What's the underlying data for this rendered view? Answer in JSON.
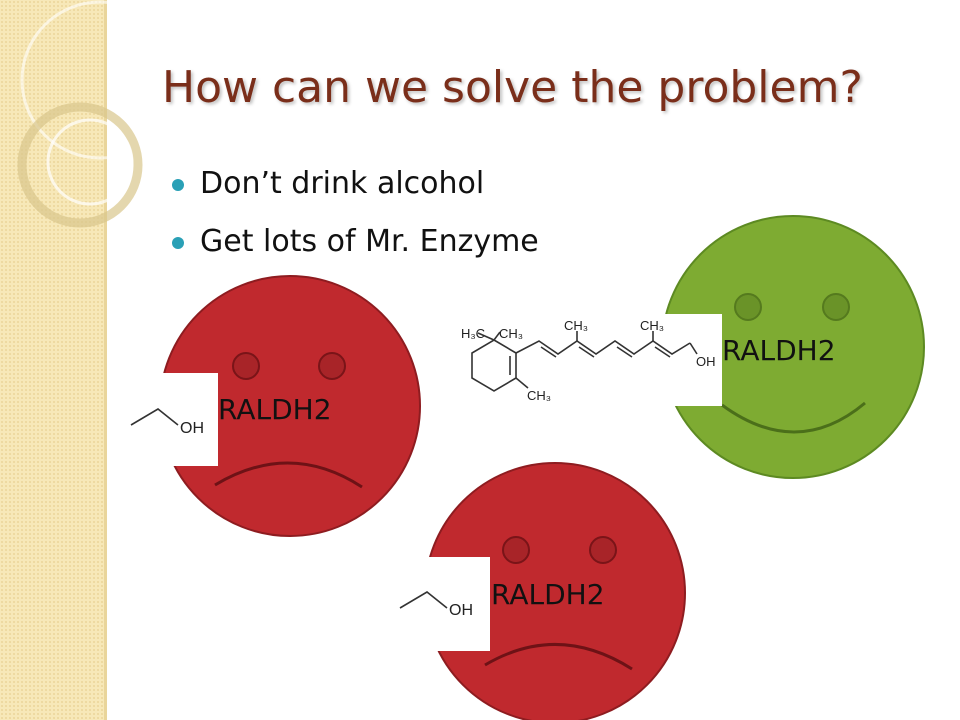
{
  "slide": {
    "title": "How can we solve the problem?",
    "bullets": [
      "Don’t drink alcohol",
      "Get lots of Mr. Enzyme"
    ]
  },
  "faces": [
    {
      "id": "face-left",
      "mood": "sad",
      "color": "#c0292e",
      "label": "RALDH2",
      "substrate": "ethanol",
      "substrate_text": "OH"
    },
    {
      "id": "face-bottom",
      "mood": "sad",
      "color": "#c0292e",
      "label": "RALDH2",
      "substrate": "ethanol",
      "substrate_text": "OH"
    },
    {
      "id": "face-right",
      "mood": "happy",
      "color": "#7eab32",
      "label": "RALDH2",
      "substrate": "retinol",
      "substrate_text": "OH"
    }
  ],
  "retinol_labels": {
    "h3c": "H₃C",
    "ch3_a": "CH₃",
    "ch3_b": "CH₃",
    "ch3_c": "CH₃",
    "ch3_d": "CH₃",
    "oh": "OH"
  },
  "colors": {
    "title": "#7a2e1a",
    "bullet": "#2aa0b6",
    "sad_face": "#c0292e",
    "happy_face": "#7eab32",
    "side_strip": "#f7e8b8"
  }
}
